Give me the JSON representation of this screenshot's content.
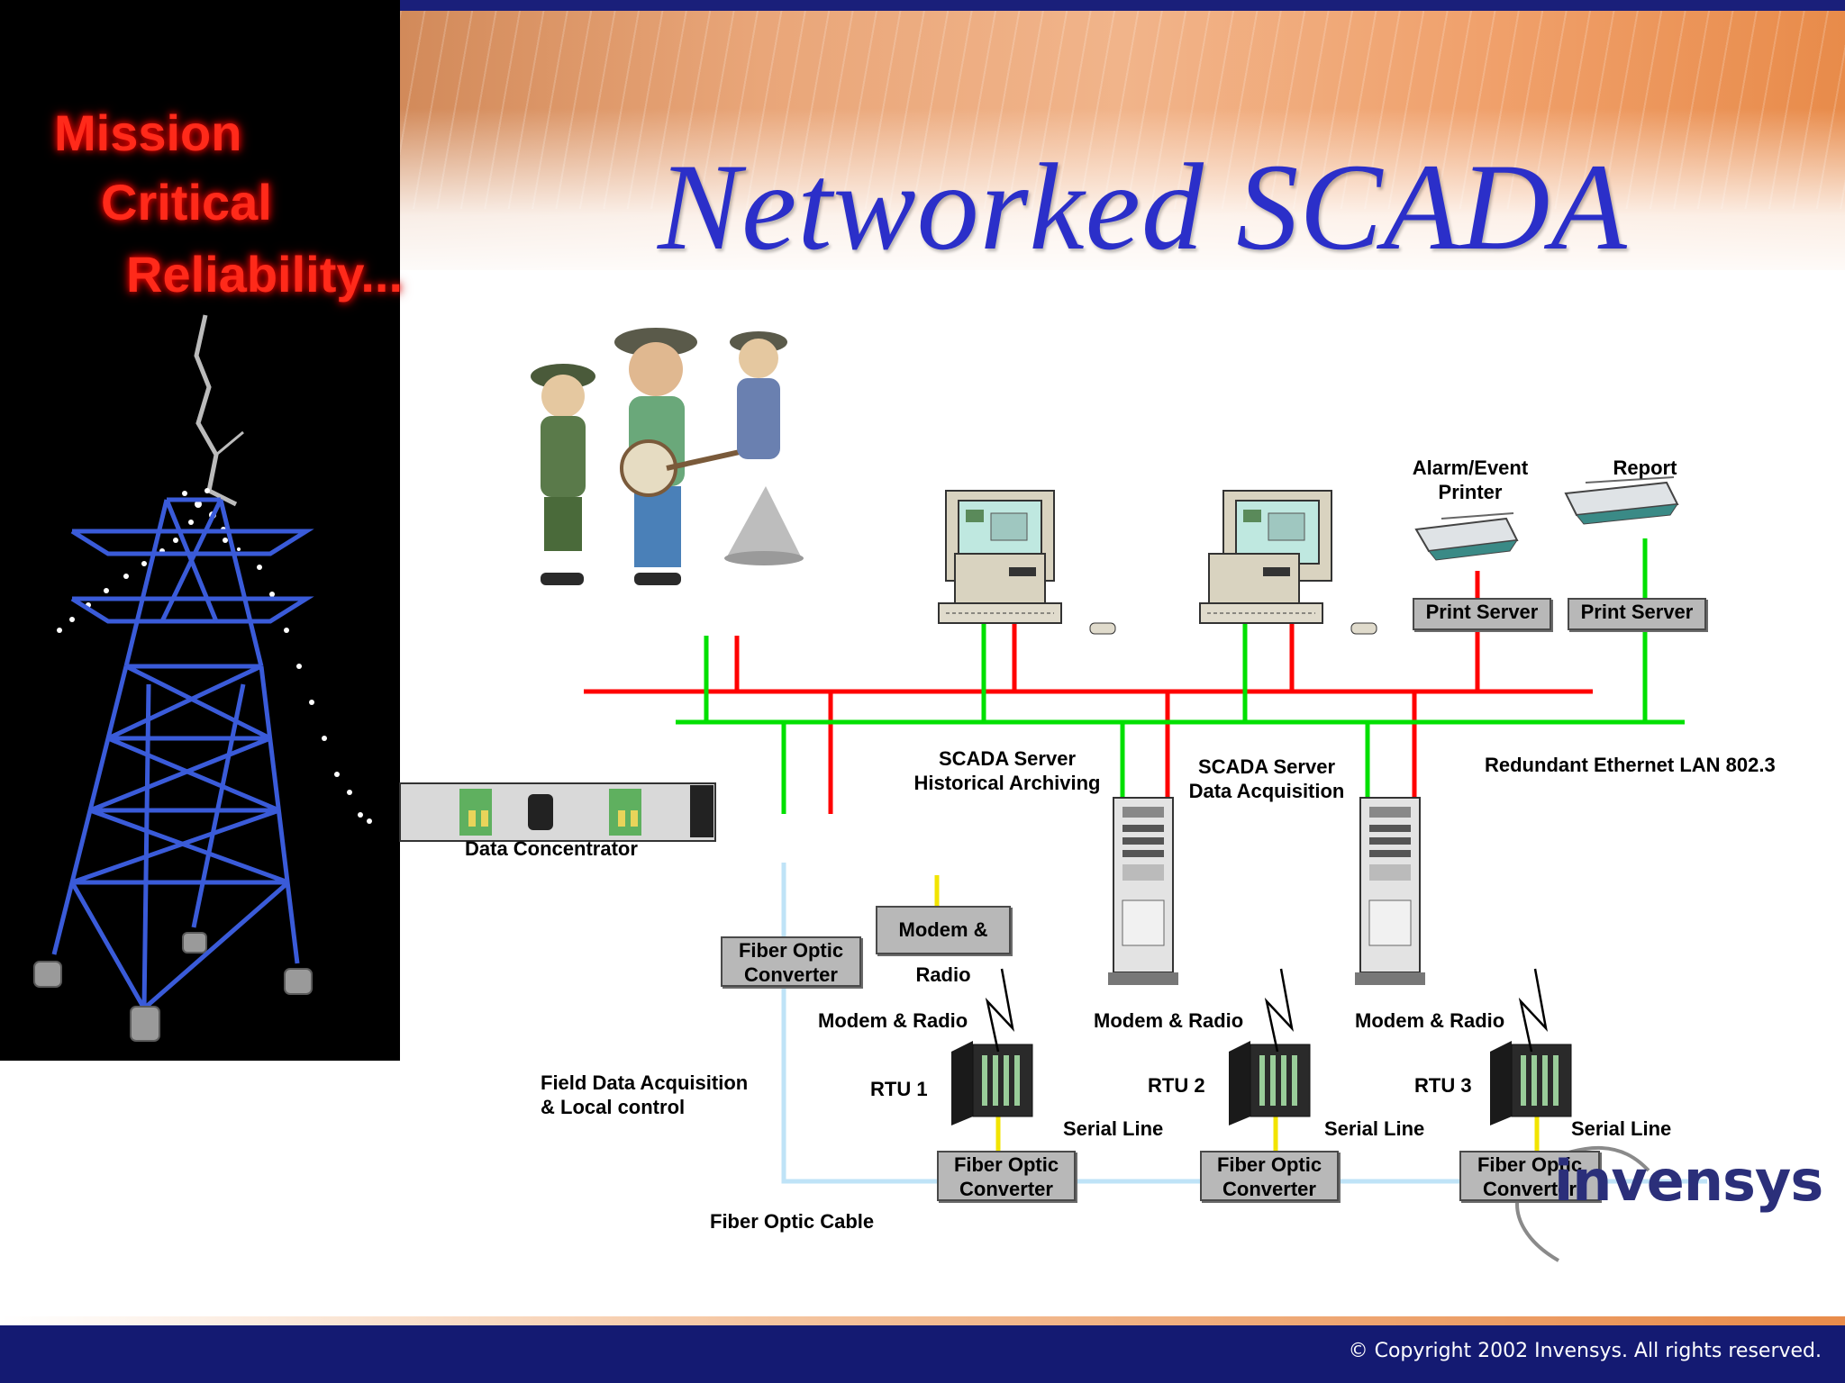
{
  "slide": {
    "title": "Networked SCADA",
    "tagline": [
      "Mission",
      "Critical",
      "Reliability..."
    ],
    "copyright": "© Copyright 2002 Invensys. All rights reserved.",
    "logo": "invensys"
  },
  "colors": {
    "title": "#2b2fc9",
    "lan_red": "#ff0000",
    "lan_green": "#00e000",
    "fiber": "#bfe3f7",
    "serial": "#f2e400",
    "footer": "#141a72",
    "tower": "#3a5bd9",
    "tagline": "#ff2a1a"
  },
  "diagram": {
    "labels": {
      "scada_hist": [
        "SCADA Server",
        "Historical Archiving"
      ],
      "scada_acq": [
        "SCADA Server",
        "Data Acquisition"
      ],
      "lan": "Redundant Ethernet LAN 802.3",
      "alarm_printer": [
        "Alarm/Event",
        "Printer"
      ],
      "report": "Report",
      "data_concentrator": "Data Concentrator",
      "field_acq": [
        "Field Data Acquisition",
        "& Local control"
      ],
      "fiber_cable": "Fiber Optic Cable",
      "modem_radio_1": "Modem & Radio",
      "modem_radio_2": "Modem & Radio",
      "modem_radio_3": "Modem & Radio",
      "rtu_1": "RTU 1",
      "rtu_2": "RTU 2",
      "rtu_3": "RTU 3",
      "serial_1": "Serial Line",
      "serial_2": "Serial Line",
      "serial_3": "Serial Line"
    },
    "boxes": {
      "print_server_1": "Print Server",
      "print_server_2": "Print Server",
      "modem_radio_box": "Modem & Radio",
      "fiber_conv_top": [
        "Fiber Optic",
        "Converter"
      ],
      "fiber_conv_1": [
        "Fiber Optic",
        "Converter"
      ],
      "fiber_conv_2": [
        "Fiber Optic",
        "Converter"
      ],
      "fiber_conv_3": [
        "Fiber Optic",
        "Converter"
      ]
    }
  }
}
